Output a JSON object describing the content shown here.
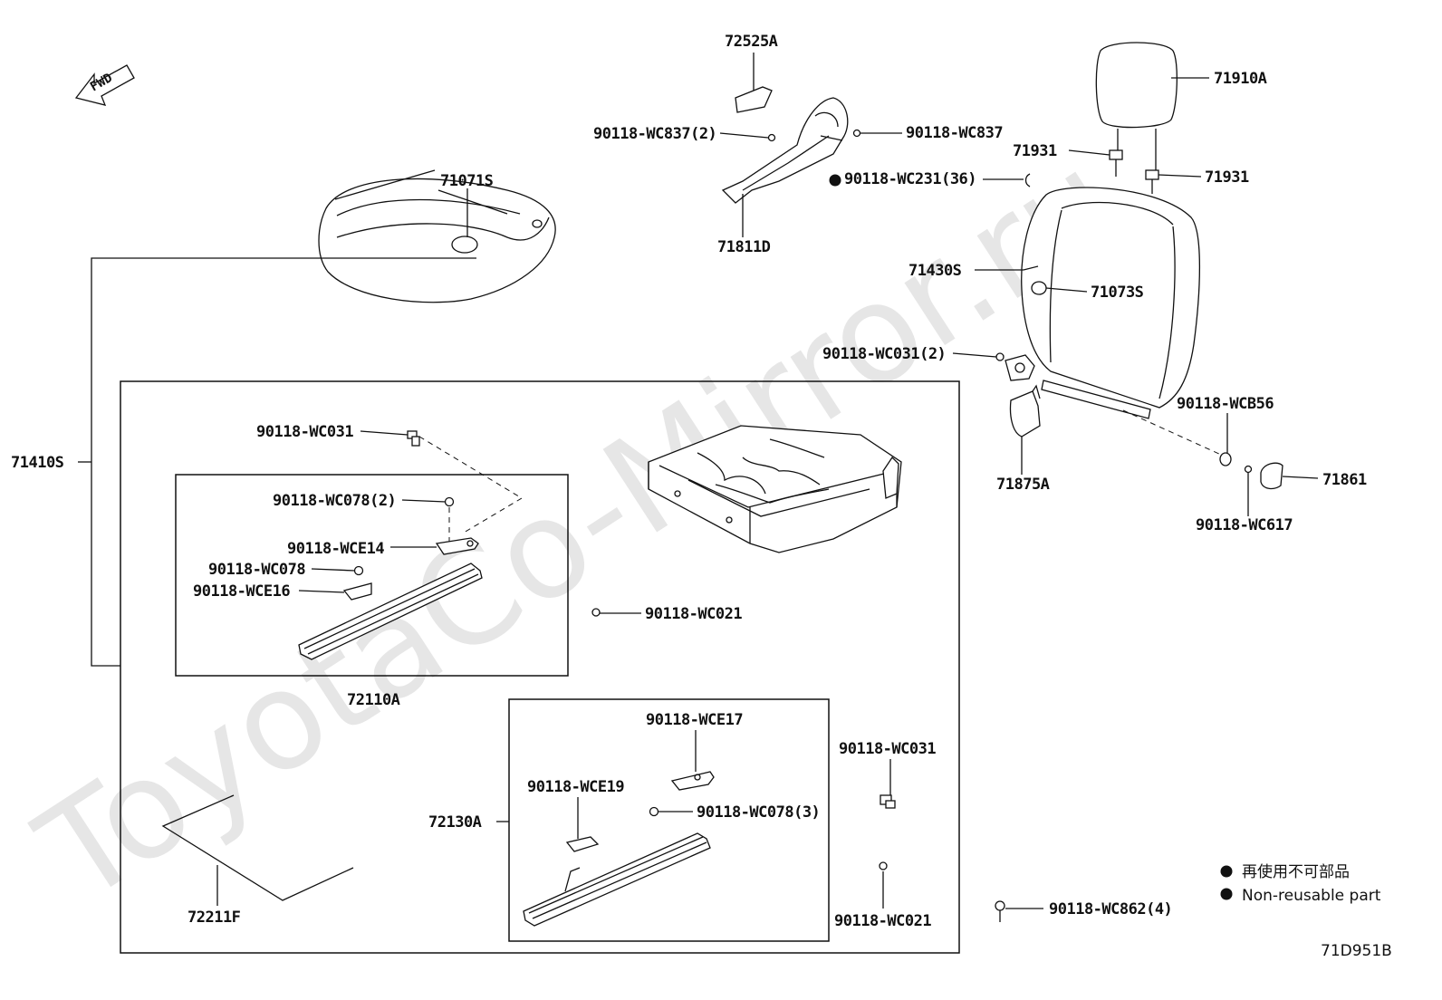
{
  "watermark": "ToyotaCo-Mirror.ru",
  "fwd_label": "FWD",
  "diagram_code": "71D951B",
  "legend": {
    "japanese": "再使用不可部品",
    "english": "Non-reusable part"
  },
  "labels": {
    "p72525A": "72525A",
    "p71910A": "71910A",
    "wc837_2": "90118-WC837(2)",
    "wc837": "90118-WC837",
    "p71931_a": "71931",
    "p71931_b": "71931",
    "wc231_36": "90118-WC231(36)",
    "p71071S": "71071S",
    "p71811D": "71811D",
    "p71430S": "71430S",
    "p71073S": "71073S",
    "wc031_2": "90118-WC031(2)",
    "wcb56": "90118-WCB56",
    "p71875A": "71875A",
    "p71861": "71861",
    "wc617": "90118-WC617",
    "p71410S": "71410S",
    "wc031_top": "90118-WC031",
    "wc078_2": "90118-WC078(2)",
    "wce14": "90118-WCE14",
    "wc078": "90118-WC078",
    "wce16": "90118-WCE16",
    "wc021_mid": "90118-WC021",
    "p72110A": "72110A",
    "wce17": "90118-WCE17",
    "wce19": "90118-WCE19",
    "wc078_3": "90118-WC078(3)",
    "p72130A": "72130A",
    "wc031_right": "90118-WC031",
    "wc021_bot": "90118-WC021",
    "p72211F": "72211F",
    "wc862_4": "90118-WC862(4)"
  }
}
